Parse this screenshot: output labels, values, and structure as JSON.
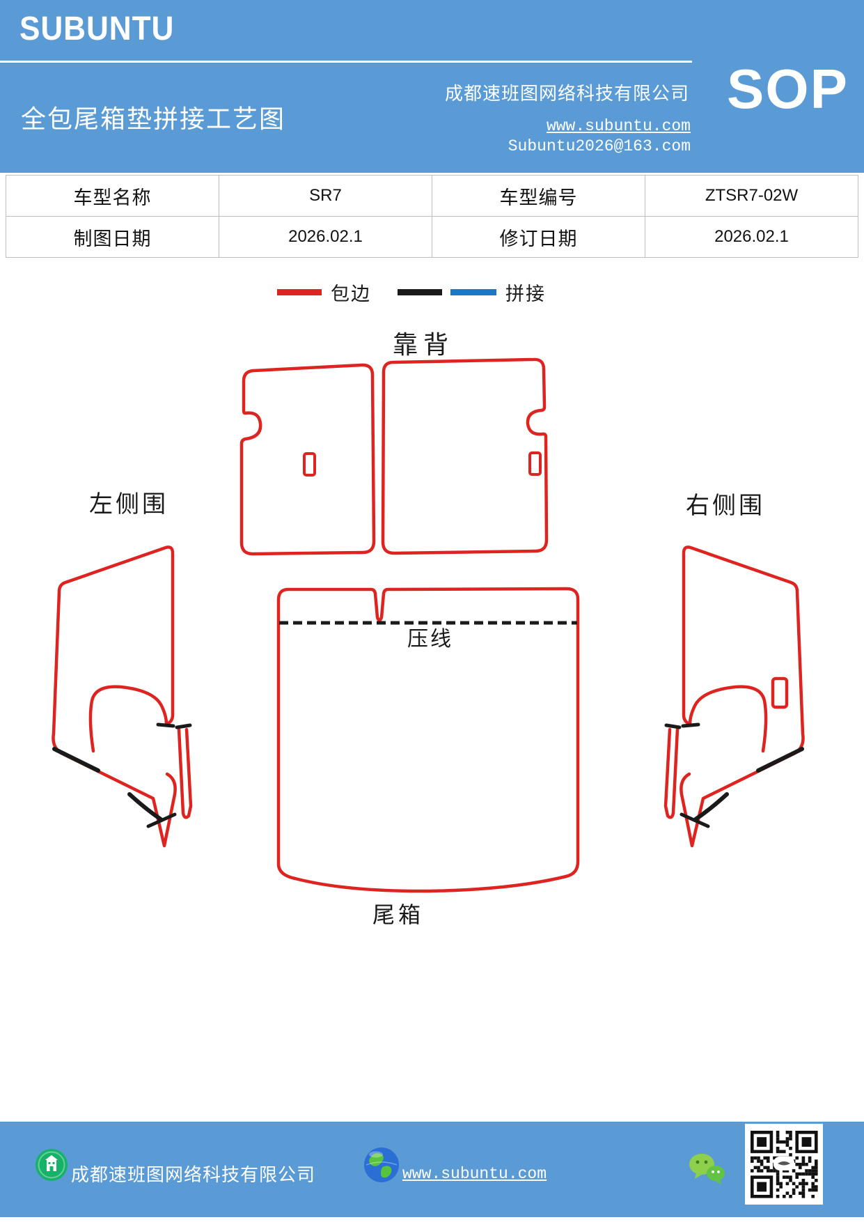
{
  "header": {
    "logo": "SUBUNTU",
    "title": "全包尾箱垫拼接工艺图",
    "company": "成都速班图网络科技有限公司",
    "website": "www.subuntu.com",
    "email": "Subuntu2026@163.com",
    "sop_badge": "SOP"
  },
  "info_table": {
    "row1": {
      "label1": "车型名称",
      "value1": "SR7",
      "label2": "车型编号",
      "value2": "ZTSR7-02W"
    },
    "row2": {
      "label1": "制图日期",
      "value1": "2026.02.1",
      "label2": "修订日期",
      "value2": "2026.02.1"
    }
  },
  "legend": {
    "edge_label": "包边",
    "splice_label": "拼接",
    "edge_color": "#de2420",
    "splice_black_color": "#1a1a1a",
    "splice_blue_color": "#1b78c6"
  },
  "diagram": {
    "backrest_label": "靠背",
    "left_side_label": "左侧围",
    "right_side_label": "右侧围",
    "crease_label": "压线",
    "trunk_label": "尾箱",
    "outline_color": "#de2420",
    "join_color": "#1a1a1a"
  },
  "footer": {
    "company": "成都速班图网络科技有限公司",
    "website": "www.subuntu.com"
  },
  "theme": {
    "banner_blue": "#5b9bd5"
  }
}
